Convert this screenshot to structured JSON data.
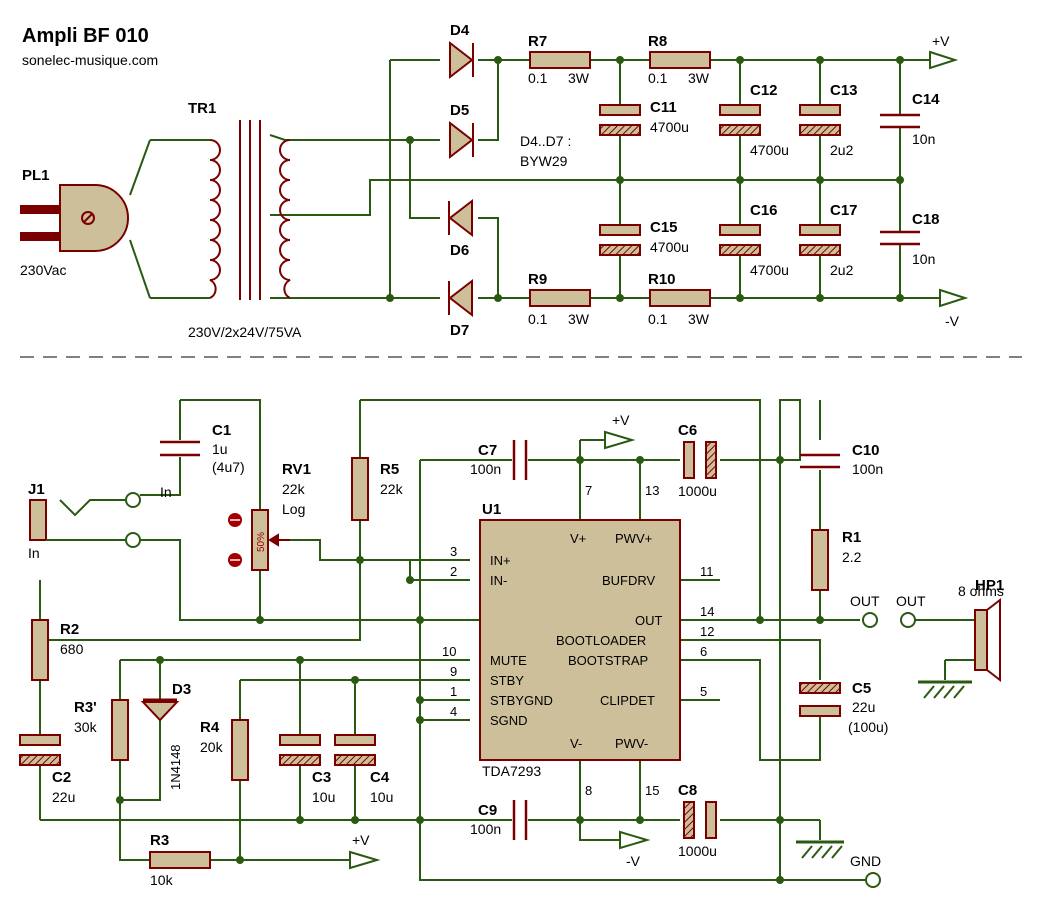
{
  "title": "Ampli BF 010",
  "subtitle": "sonelec-musique.com",
  "psu": {
    "pl1": {
      "ref": "PL1",
      "value": "230Vac"
    },
    "tr1": {
      "ref": "TR1",
      "value": "230V/2x24V/75VA"
    },
    "diodes": {
      "d4": "D4",
      "d5": "D5",
      "d6": "D6",
      "d7": "D7",
      "note1": "D4..D7 :",
      "note2": "BYW29"
    },
    "r7": {
      "ref": "R7",
      "v1": "0.1",
      "v2": "3W"
    },
    "r8": {
      "ref": "R8",
      "v1": "0.1",
      "v2": "3W"
    },
    "r9": {
      "ref": "R9",
      "v1": "0.1",
      "v2": "3W"
    },
    "r10": {
      "ref": "R10",
      "v1": "0.1",
      "v2": "3W"
    },
    "c11": {
      "ref": "C11",
      "value": "4700u"
    },
    "c12": {
      "ref": "C12",
      "value": "4700u"
    },
    "c13": {
      "ref": "C13",
      "value": "2u2"
    },
    "c14": {
      "ref": "C14",
      "value": "10n"
    },
    "c15": {
      "ref": "C15",
      "value": "4700u"
    },
    "c16": {
      "ref": "C16",
      "value": "4700u"
    },
    "c17": {
      "ref": "C17",
      "value": "2u2"
    },
    "c18": {
      "ref": "C18",
      "value": "10n"
    },
    "vpos": "+V",
    "vneg": "-V"
  },
  "amp": {
    "j1": {
      "ref": "J1",
      "label": "In",
      "jack_label": "In"
    },
    "c1": {
      "ref": "C1",
      "v1": "1u",
      "v2": "(4u7)"
    },
    "rv1": {
      "ref": "RV1",
      "v1": "22k",
      "v2": "Log",
      "pct": "50%"
    },
    "r5": {
      "ref": "R5",
      "value": "22k"
    },
    "c7": {
      "ref": "C7",
      "value": "100n"
    },
    "c6": {
      "ref": "C6",
      "value": "1000u"
    },
    "c10": {
      "ref": "C10",
      "value": "100n"
    },
    "r1": {
      "ref": "R1",
      "value": "2.2"
    },
    "r2": {
      "ref": "R2",
      "value": "680"
    },
    "c2": {
      "ref": "C2",
      "value": "22u"
    },
    "r3p": {
      "ref": "R3'",
      "value": "30k"
    },
    "d3": {
      "ref": "D3",
      "value": "1N4148"
    },
    "r4": {
      "ref": "R4",
      "value": "20k"
    },
    "c3": {
      "ref": "C3",
      "value": "10u"
    },
    "c4": {
      "ref": "C4",
      "value": "10u"
    },
    "c9": {
      "ref": "C9",
      "value": "100n"
    },
    "c8": {
      "ref": "C8",
      "value": "1000u"
    },
    "c5": {
      "ref": "C5",
      "v1": "22u",
      "v2": "(100u)"
    },
    "r3": {
      "ref": "R3",
      "value": "10k"
    },
    "hp1": {
      "ref": "HP1",
      "value": "8 ohms"
    },
    "out1": "OUT",
    "out2": "OUT",
    "gnd": "GND",
    "vpos_top": "+V",
    "vneg_bot": "-V",
    "vpos_r3": "+V",
    "u1": {
      "ref": "U1",
      "part": "TDA7293",
      "pin_vp": "V+",
      "pin_pwvp": "PWV+",
      "pin_in_p": "IN+",
      "pin_in_m": "IN-",
      "pin_bufdrv": "BUFDRV",
      "pin_out": "OUT",
      "pin_bootloader": "BOOTLOADER",
      "pin_bootstrap": "BOOTSTRAP",
      "pin_mute": "MUTE",
      "pin_stby": "STBY",
      "pin_stbygnd": "STBYGND",
      "pin_sgnd": "SGND",
      "pin_clipdet": "CLIPDET",
      "pin_vm": "V-",
      "pin_pwvm": "PWV-",
      "n7": "7",
      "n13": "13",
      "n3": "3",
      "n2": "2",
      "n11": "11",
      "n14": "14",
      "n12": "12",
      "n6": "6",
      "n10": "10",
      "n9": "9",
      "n1": "1",
      "n4": "4",
      "n5": "5",
      "n8": "8",
      "n15": "15"
    }
  }
}
